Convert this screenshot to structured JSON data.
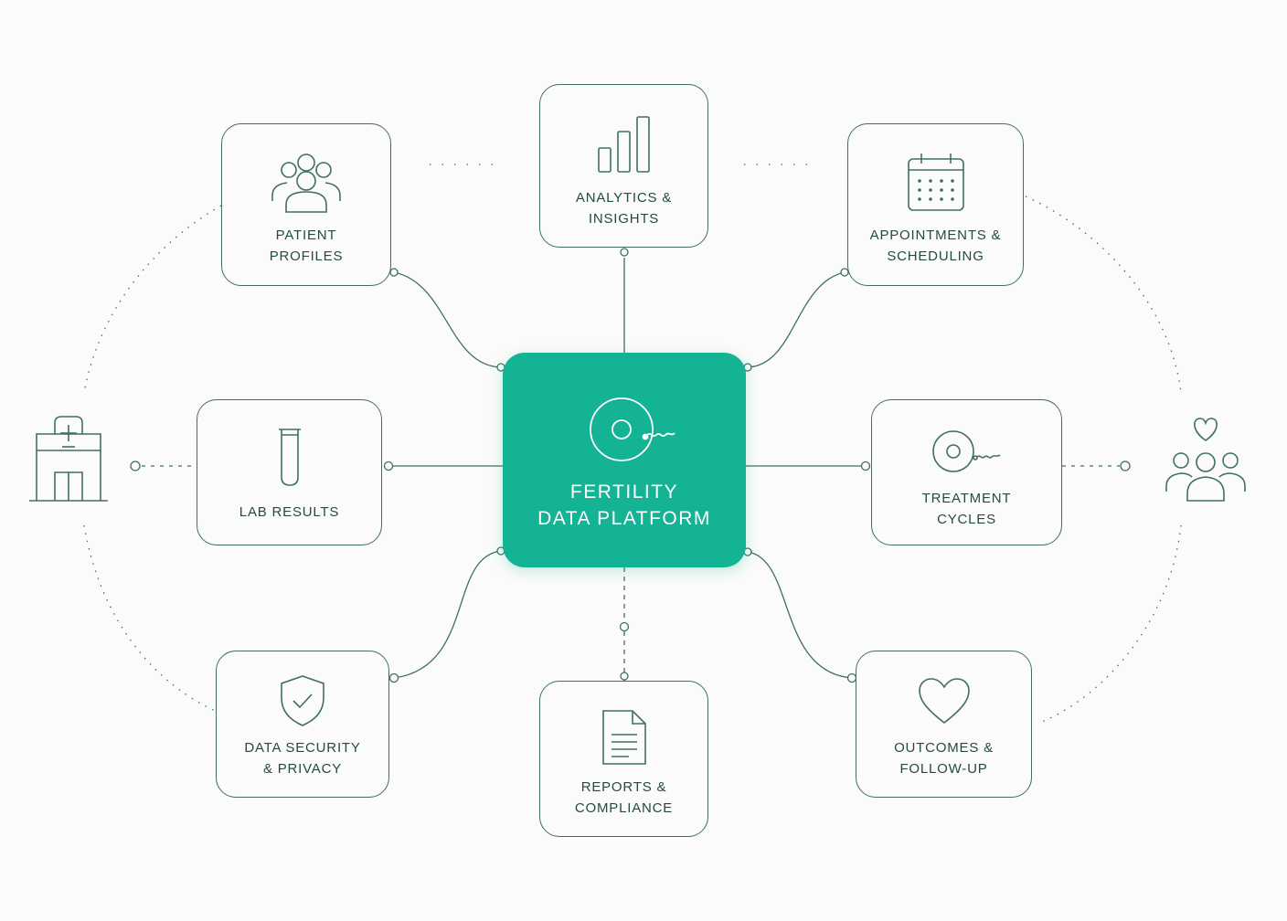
{
  "hub": {
    "label": "FERTILITY\nDATA PLATFORM",
    "icon": "egg-cell-icon"
  },
  "modules": {
    "patient_profiles": {
      "label": "PATIENT\nPROFILES",
      "icon": "user-group-icon"
    },
    "analytics": {
      "label": "ANALYTICS &\nINSIGHTS",
      "icon": "bar-chart-icon"
    },
    "appointments": {
      "label": "APPOINTMENTS &\nSCHEDULING",
      "icon": "calendar-icon"
    },
    "lab_results": {
      "label": "LAB RESULTS",
      "icon": "test-tube-icon"
    },
    "treatment_cycles": {
      "label": "TREATMENT\nCYCLES",
      "icon": "egg-cell-icon"
    },
    "data_security": {
      "label": "DATA SECURITY\n& PRIVACY",
      "icon": "shield-check-icon"
    },
    "reports": {
      "label": "REPORTS &\nCOMPLIANCE",
      "icon": "document-icon"
    },
    "outcomes": {
      "label": "OUTCOMES &\nFOLLOW-UP",
      "icon": "heart-icon"
    }
  },
  "side_nodes": {
    "left": {
      "icon": "hospital-icon"
    },
    "right": {
      "icon": "family-heart-icon"
    }
  },
  "colors": {
    "accent": "#13b394",
    "stroke": "#3f6f63",
    "text": "#244b42",
    "background": "#fbfbf9"
  }
}
